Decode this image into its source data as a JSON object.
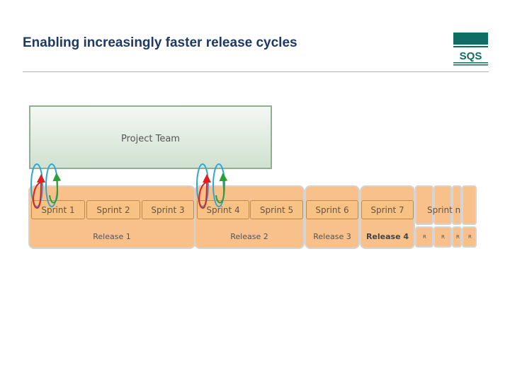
{
  "header": {
    "title": "Enabling increasingly faster release cycles"
  },
  "logo": {
    "text": "SQS"
  },
  "diagram": {
    "project_team": "Project Team",
    "sprints": [
      "Sprint 1",
      "Sprint 2",
      "Sprint 3",
      "Sprint 4",
      "Sprint 5",
      "Sprint 6",
      "Sprint 7"
    ],
    "sprint_n": "Sprint n",
    "releases": [
      "Release 1",
      "Release 2",
      "Release 3",
      "Release 4"
    ],
    "mini_release_marks": [
      "R",
      "R",
      "R",
      "R"
    ],
    "colors": {
      "team_border": "#8fae92",
      "release_fill": "#f8c08a",
      "loop_red": "#e02020",
      "loop_green": "#2e9e3a",
      "loop_blue": "#2fa6d8"
    }
  }
}
